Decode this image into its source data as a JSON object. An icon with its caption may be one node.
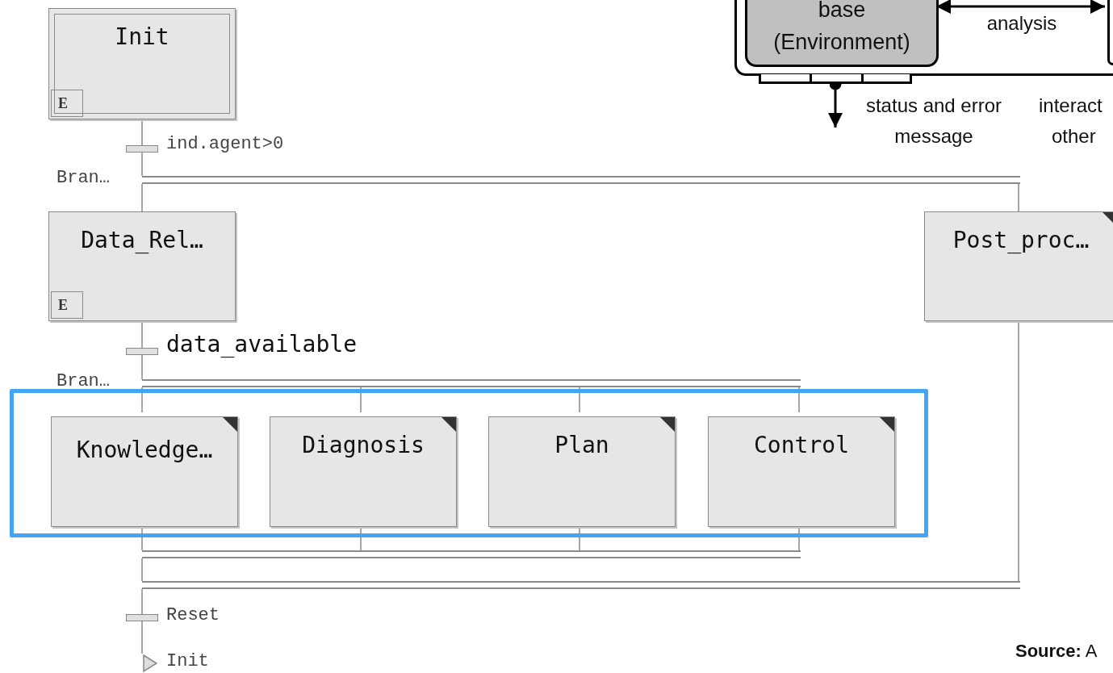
{
  "diagram": {
    "nodes": [
      {
        "text": [
          "Init",
          "E"
        ]
      },
      {
        "text": [],
        "shape": "bar",
        "beside": [
          "ind.agent>0"
        ]
      },
      {
        "text": [],
        "shape": "bar",
        "beside": [
          "Bran…"
        ]
      },
      {
        "text": [
          "Data_Rel…",
          "E"
        ]
      },
      {
        "text": [
          "Post_proc…"
        ]
      },
      {
        "text": [],
        "shape": "bar",
        "beside": [
          "data_available"
        ]
      },
      {
        "text": [],
        "shape": "bar",
        "beside": [
          "Bran…"
        ]
      },
      {
        "text": [],
        "shape": "box"
      },
      {
        "text": [
          "Knowledge…"
        ],
        "in": 7
      },
      {
        "text": [
          "Diagnosis"
        ],
        "in": 7
      },
      {
        "text": [
          "Plan"
        ],
        "in": 7
      },
      {
        "text": [
          "Control"
        ],
        "in": 7
      },
      {
        "text": [],
        "shape": "bar"
      },
      {
        "text": [],
        "shape": "bar"
      },
      {
        "text": [],
        "shape": "bar",
        "beside": [
          "Reset"
        ]
      },
      {
        "text": [],
        "shape": "triangle",
        "beside": [
          "Init"
        ]
      },
      {
        "text": [],
        "shape": "box"
      },
      {
        "text": [
          "base (Environment)"
        ],
        "in": 16
      },
      {
        "text": [],
        "shape": "box",
        "in": 16
      },
      {
        "text": [],
        "shape": "bar"
      }
    ],
    "edges": [
      {
        "from": 0,
        "to": 1,
        "arrow": "none"
      },
      {
        "from": 1,
        "to": 2,
        "arrow": "none"
      },
      {
        "from": 2,
        "to": 3,
        "arrow": "none"
      },
      {
        "from": 2,
        "to": 4,
        "arrow": "none"
      },
      {
        "from": 3,
        "to": 5,
        "arrow": "none"
      },
      {
        "from": 5,
        "to": 6,
        "arrow": "none"
      },
      {
        "from": 6,
        "to": 8,
        "arrow": "none"
      },
      {
        "from": 6,
        "to": 9,
        "arrow": "none"
      },
      {
        "from": 6,
        "to": 10,
        "arrow": "none"
      },
      {
        "from": 6,
        "to": 11,
        "arrow": "none"
      },
      {
        "from": 8,
        "to": 12,
        "arrow": "none"
      },
      {
        "from": 9,
        "to": 12,
        "arrow": "none"
      },
      {
        "from": 10,
        "to": 12,
        "arrow": "none"
      },
      {
        "from": 11,
        "to": 12,
        "arrow": "none"
      },
      {
        "from": 12,
        "to": 13,
        "arrow": "none"
      },
      {
        "from": 4,
        "to": 13,
        "arrow": "none"
      },
      {
        "from": 13,
        "to": 14,
        "arrow": "none"
      },
      {
        "from": 14,
        "to": 15,
        "arrow": "none"
      },
      {
        "from": 17,
        "to": 18,
        "arrow": "both",
        "label": "analysis",
        "color": "#000000"
      },
      {
        "from": 19,
        "to": null,
        "arrow": "to",
        "label": "status and error message",
        "color": "#000000"
      }
    ],
    "labels": [
      "interact",
      "other",
      "**Source:** A"
    ]
  }
}
